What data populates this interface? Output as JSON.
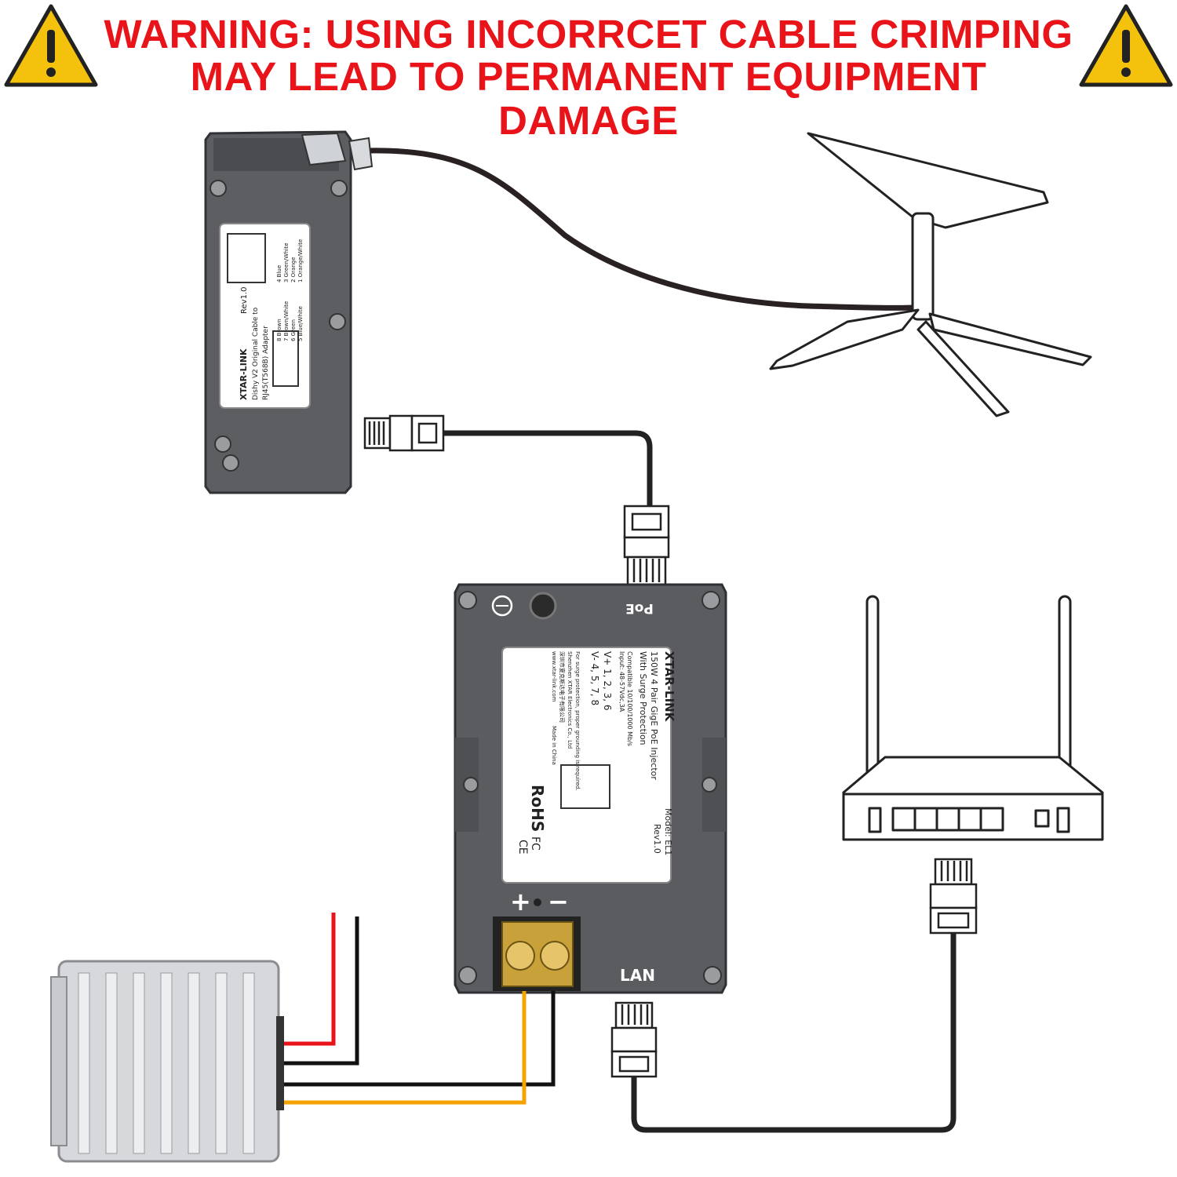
{
  "warning": {
    "line1": "WARNING: USING INCORRCET CABLE CRIMPING",
    "line2": "MAY LEAD TO PERMANENT EQUIPMENT DAMAGE",
    "icon_color": "#f4c20d",
    "text_color": "#e8141a"
  },
  "adapter": {
    "brand": "XTAR-LINK",
    "rev": "Rev1.0",
    "desc1": "Dishy V2 Original Cable to",
    "desc2": "RJ45(T568B) Adapter",
    "pins_left": [
      "8 Brown",
      "7 Brown/White",
      "6 Green",
      "5 Blue/White"
    ],
    "pins_right": [
      "4 Blue",
      "3 Green/White",
      "2 Orange",
      "1 Orange/White"
    ]
  },
  "injector": {
    "brand": "XTAR-LINK",
    "title1": "150W 4 Pair GigE PoE Injector",
    "title2": "With Surge Protection",
    "compat": "Compatible 10/100/1000 Mb/s",
    "input": "Input: 48-57Vdc,3A",
    "vplus": "V+ 1, 2, 3, 6",
    "vminus": "V- 4, 5, 7, 8",
    "note": "For surge protection, proper grounding is required.",
    "maker": "Shenzhen XTAR Electronics Co., Ltd",
    "maker_cn": "深圳市夏克斯达电子有限公司",
    "web": "www.xtar-link.com",
    "made": "Made in China",
    "model": "Model: EL1",
    "rev": "Rev1.0",
    "rohs": "RoHS",
    "ce": "CE",
    "fc": "FC",
    "poe_label": "PoE",
    "lan_label": "LAN",
    "plus": "+",
    "minus": "−"
  }
}
